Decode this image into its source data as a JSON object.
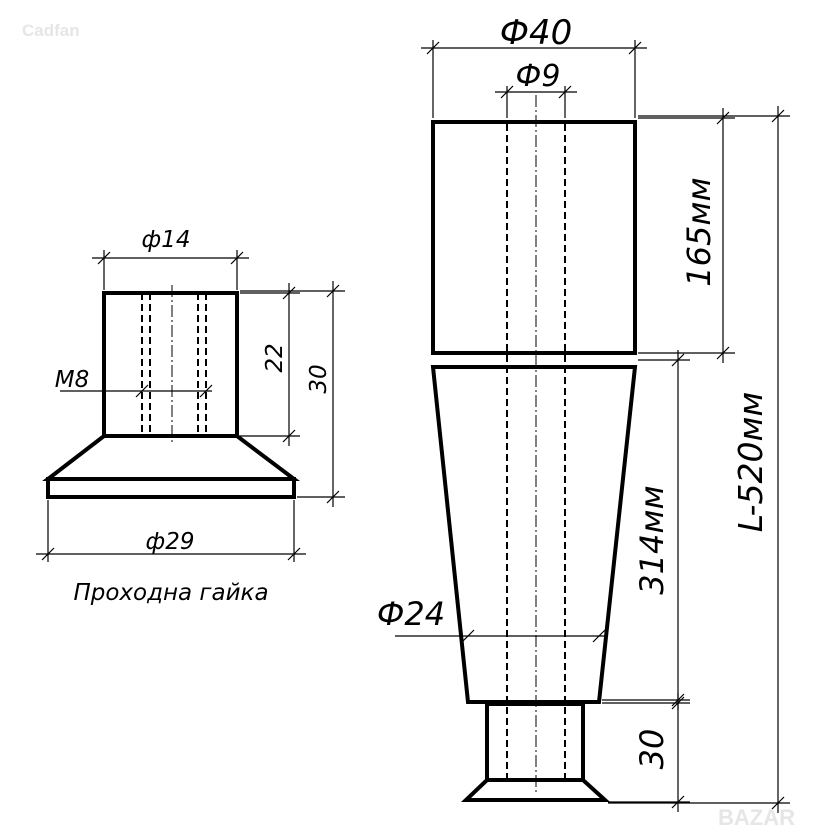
{
  "watermark_top": "Cadfan",
  "watermark_bottom": "BAZAR",
  "nut": {
    "caption": "Проходна гайка",
    "dim_top": "ф14",
    "dim_thread": "M8",
    "dim_inner_height": "22",
    "dim_total_height": "30",
    "dim_base": "ф29"
  },
  "leg": {
    "dim_top_diameter": "Ф40",
    "dim_bore": "Ф9",
    "dim_upper_height": "165мм",
    "dim_taper_height": "314мм",
    "dim_bottom_diameter": "Ф24",
    "dim_foot_height": "30",
    "dim_total_length": "L-520мм"
  }
}
